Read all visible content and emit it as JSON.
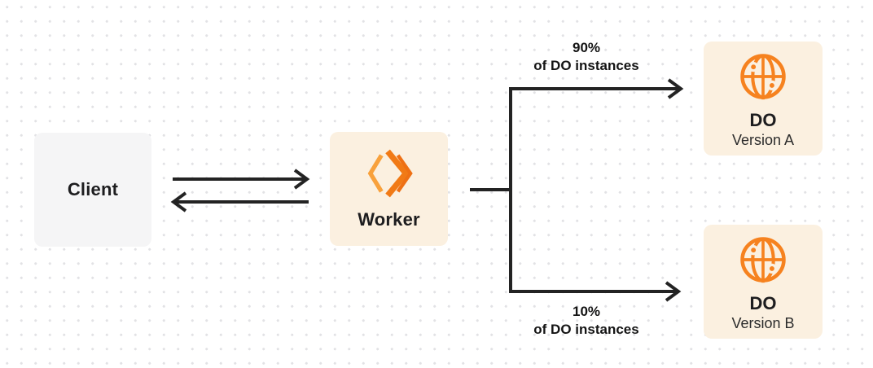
{
  "diagram": {
    "nodes": {
      "client": {
        "label": "Client"
      },
      "worker": {
        "label": "Worker",
        "icon": "workers-chevron-icon"
      },
      "do_a": {
        "title": "DO",
        "subtitle": "Version A",
        "icon": "globe-icon"
      },
      "do_b": {
        "title": "DO",
        "subtitle": "Version B",
        "icon": "globe-icon"
      }
    },
    "edges": {
      "client_worker": {
        "type": "bidirectional-arrows",
        "from": "Client",
        "to": "Worker"
      },
      "worker_do_a": {
        "line1": "90%",
        "line2": "of DO instances",
        "from": "Worker",
        "to": "DO Version A"
      },
      "worker_do_b": {
        "line1": "10%",
        "line2": "of DO instances",
        "from": "Worker",
        "to": "DO Version B"
      }
    },
    "colors": {
      "accent_orange": "#F6821F",
      "box_cream": "#FBF0E0",
      "box_gray": "#F5F5F6",
      "arrow_line": "#232323",
      "text": "#1D1D1F",
      "dot_grid": "#E2E2E5"
    }
  }
}
